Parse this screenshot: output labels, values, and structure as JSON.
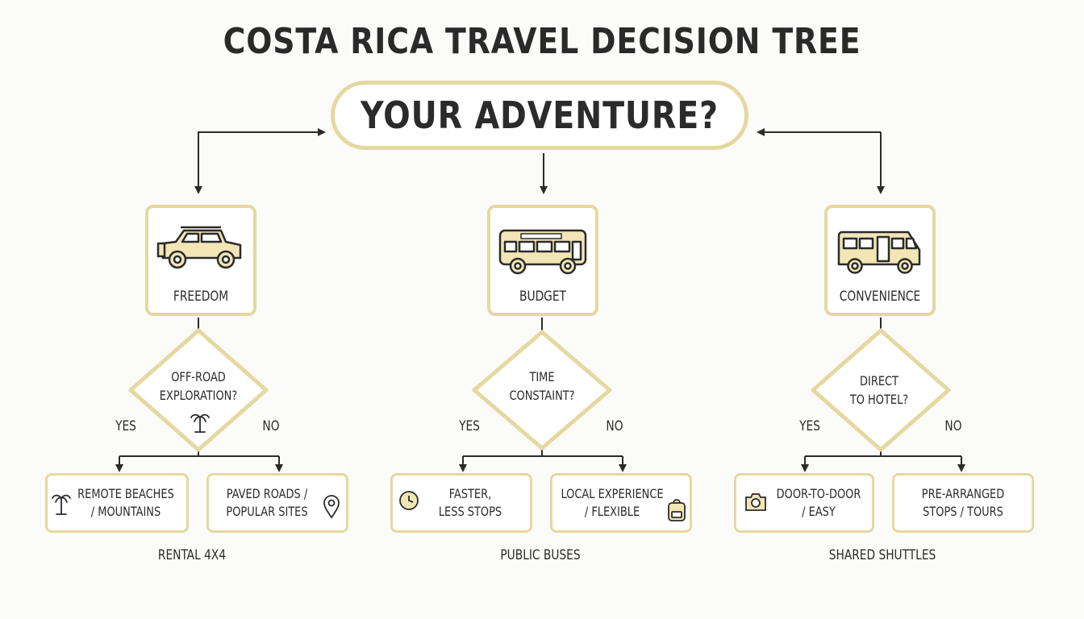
{
  "title": "COSTA RICA TRAVEL DECISION TREE",
  "root": "YOUR ADVENTURE?",
  "colors": {
    "accent": "#e5d8a0",
    "fill": "#f2e6b6",
    "ink": "#2b2b2b"
  },
  "branches": [
    {
      "category": "FREEDOM",
      "icon": "jeep-icon",
      "question_line1": "OFF-ROAD",
      "question_line2": "EXPLORATION?",
      "yes_label": "YES",
      "no_label": "NO",
      "yes_line1": "REMOTE BEACHES",
      "yes_line2": "/ MOUNTAINS",
      "yes_icon": "palm-tree-icon",
      "no_line1": "PAVED ROADS /",
      "no_line2": "POPULAR SITES",
      "no_icon": "map-pin-icon",
      "result": "RENTAL 4x4"
    },
    {
      "category": "BUDGET",
      "icon": "bus-icon",
      "question_line1": "TIME",
      "question_line2": "CONSTAINT?",
      "yes_label": "YES",
      "no_label": "NO",
      "yes_line1": "FASTER,",
      "yes_line2": "LESS STOPS",
      "yes_icon": "clock-icon",
      "no_line1": "LOCAL EXPERIENCE",
      "no_line2": "/ FLEXIBLE",
      "no_icon": "backpack-icon",
      "result": "PUBLIC BUSES"
    },
    {
      "category": "CONVENIENCE",
      "icon": "shuttle-icon",
      "question_line1": "DIRECT",
      "question_line2": "TO HOTEL?",
      "yes_label": "YES",
      "no_label": "NO",
      "yes_line1": "DOOR-TO-DOOR",
      "yes_line2": "/ EASY",
      "yes_icon": "camera-icon",
      "no_line1": "PRE-ARRANGED",
      "no_line2": "STOPS / TOURS",
      "no_icon": "",
      "result": "SHARED SHUTTLES"
    }
  ]
}
